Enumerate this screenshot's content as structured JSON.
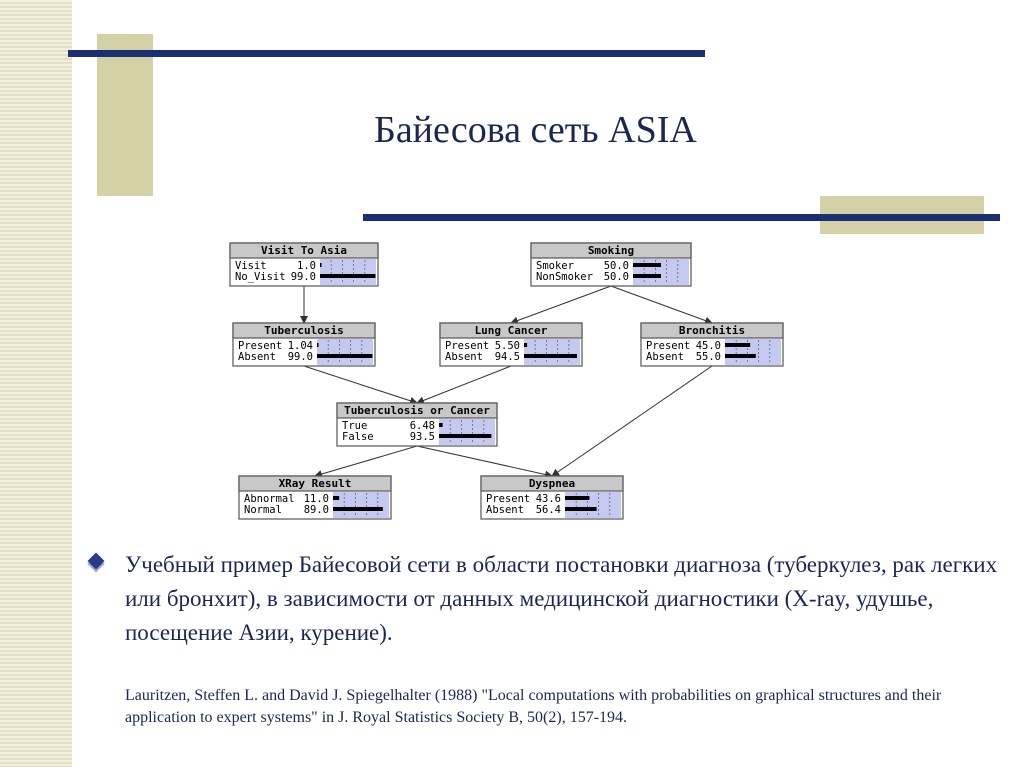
{
  "slide": {
    "title": "Байесова сеть ASIA",
    "bullet": "Учебный пример Байесовой сети в области постановки диагноза (туберкулез, рак легких или бронхит), в зависимости от данных медицинской диагностики (X-ray, удушье, посещение Азии, курение).",
    "reference": "Lauritzen, Steffen L. and David J. Spiegelhalter (1988) \"Local computations with probabilities on graphical structures and their application to expert systems\" in J. Royal Statistics Society B, 50(2), 157-194."
  },
  "colors": {
    "title": "#1a2655",
    "accent_line": "#1b2f73",
    "accent_block": "#d4d1a6",
    "node_header": "#c8c8c8",
    "node_bar_area": "#c5c8f0"
  },
  "network": {
    "nodes": [
      {
        "id": "visit",
        "title": "Visit To Asia",
        "states": [
          {
            "label": "Visit",
            "value": "1.0",
            "p": 1.0
          },
          {
            "label": "No_Visit",
            "value": "99.0",
            "p": 99.0
          }
        ]
      },
      {
        "id": "smoking",
        "title": "Smoking",
        "states": [
          {
            "label": "Smoker",
            "value": "50.0",
            "p": 50.0
          },
          {
            "label": "NonSmoker",
            "value": "50.0",
            "p": 50.0
          }
        ]
      },
      {
        "id": "tub",
        "title": "Tuberculosis",
        "states": [
          {
            "label": "Present",
            "value": "1.04",
            "p": 1.04
          },
          {
            "label": "Absent",
            "value": "99.0",
            "p": 99.0
          }
        ]
      },
      {
        "id": "lung",
        "title": "Lung Cancer",
        "states": [
          {
            "label": "Present",
            "value": "5.50",
            "p": 5.5
          },
          {
            "label": "Absent",
            "value": "94.5",
            "p": 94.5
          }
        ]
      },
      {
        "id": "bronc",
        "title": "Bronchitis",
        "states": [
          {
            "label": "Present",
            "value": "45.0",
            "p": 45.0
          },
          {
            "label": "Absent",
            "value": "55.0",
            "p": 55.0
          }
        ]
      },
      {
        "id": "tubcan",
        "title": "Tuberculosis or Cancer",
        "states": [
          {
            "label": "True",
            "value": "6.48",
            "p": 6.48
          },
          {
            "label": "False",
            "value": "93.5",
            "p": 93.5
          }
        ]
      },
      {
        "id": "xray",
        "title": "XRay Result",
        "states": [
          {
            "label": "Abnormal",
            "value": "11.0",
            "p": 11.0
          },
          {
            "label": "Normal",
            "value": "89.0",
            "p": 89.0
          }
        ]
      },
      {
        "id": "dysp",
        "title": "Dyspnea",
        "states": [
          {
            "label": "Present",
            "value": "43.6",
            "p": 43.6
          },
          {
            "label": "Absent",
            "value": "56.4",
            "p": 56.4
          }
        ]
      }
    ],
    "edges": [
      [
        "visit",
        "tub"
      ],
      [
        "smoking",
        "lung"
      ],
      [
        "smoking",
        "bronc"
      ],
      [
        "tub",
        "tubcan"
      ],
      [
        "lung",
        "tubcan"
      ],
      [
        "tubcan",
        "xray"
      ],
      [
        "tubcan",
        "dysp"
      ],
      [
        "bronc",
        "dysp"
      ]
    ]
  }
}
